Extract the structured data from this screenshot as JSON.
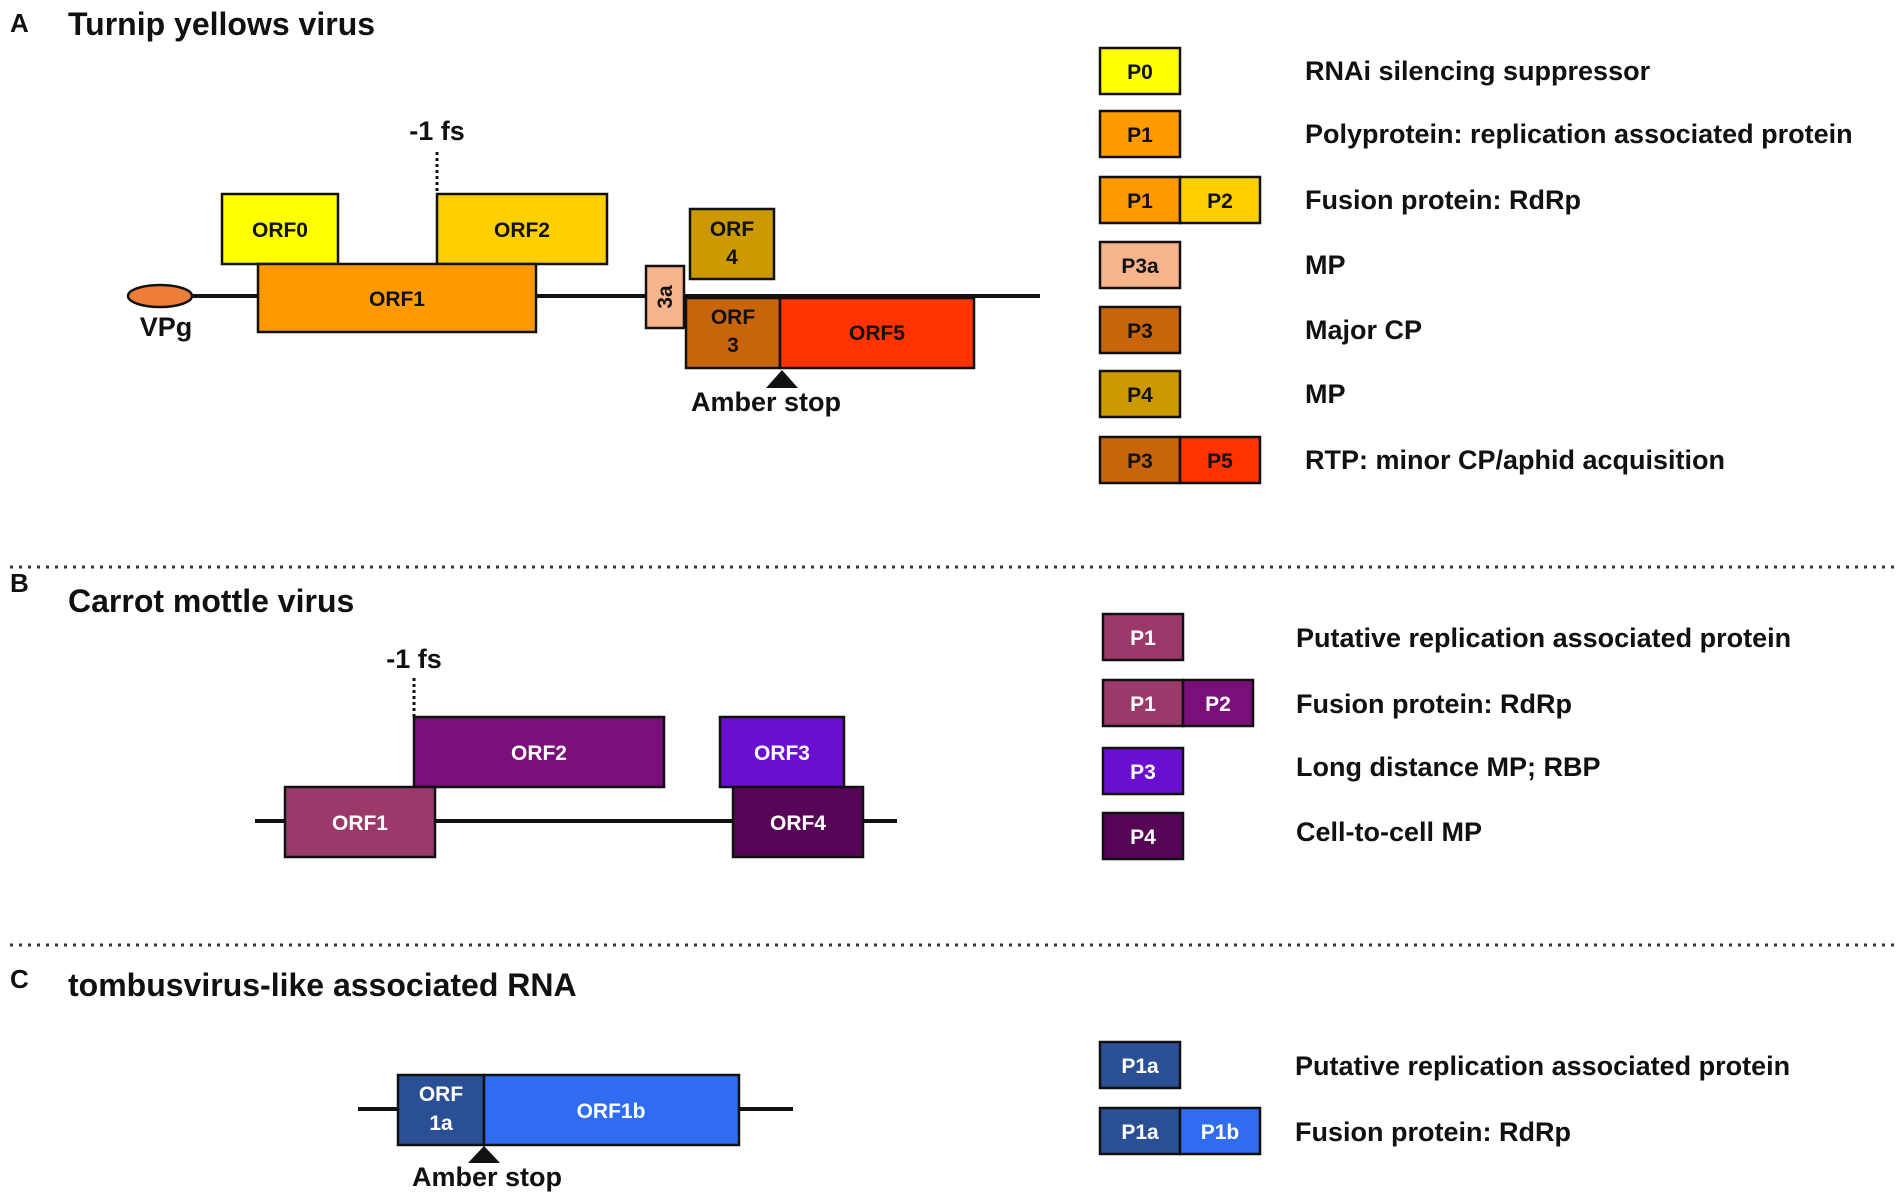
{
  "panels": [
    {
      "id": "A",
      "letter": "A",
      "title": "Turnip yellows virus",
      "frameshift_label": "-1 fs",
      "vpg_label": "VPg",
      "amber_label": "Amber stop",
      "orfs": {
        "orf0": {
          "label": "ORF0",
          "color": "#ffff00"
        },
        "orf1": {
          "label": "ORF1",
          "color": "#ff9a00"
        },
        "orf2": {
          "label": "ORF2",
          "color": "#ffd000"
        },
        "orf3a": {
          "label": "3a",
          "color": "#f6b48c"
        },
        "orf4": {
          "label": [
            "ORF",
            "4"
          ],
          "color": "#cc9900"
        },
        "orf3": {
          "label": [
            "ORF",
            "3"
          ],
          "color": "#c8650b"
        },
        "orf5": {
          "label": "ORF5",
          "color": "#ff3300"
        }
      },
      "legend": [
        {
          "boxes": [
            {
              "label": "P0",
              "color": "#ffff00"
            }
          ],
          "text": "RNAi silencing suppressor"
        },
        {
          "boxes": [
            {
              "label": "P1",
              "color": "#ff9a00"
            }
          ],
          "text": "Polyprotein: replication associated protein"
        },
        {
          "boxes": [
            {
              "label": "P1",
              "color": "#ff9a00"
            },
            {
              "label": "P2",
              "color": "#ffd000"
            }
          ],
          "text": "Fusion protein: RdRp"
        },
        {
          "boxes": [
            {
              "label": "P3a",
              "color": "#f6b48c"
            }
          ],
          "text": "MP"
        },
        {
          "boxes": [
            {
              "label": "P3",
              "color": "#c8650b"
            }
          ],
          "text": "Major CP"
        },
        {
          "boxes": [
            {
              "label": "P4",
              "color": "#cc9900"
            }
          ],
          "text": "MP"
        },
        {
          "boxes": [
            {
              "label": "P3",
              "color": "#c8650b"
            },
            {
              "label": "P5",
              "color": "#ff3300"
            }
          ],
          "text": "RTP: minor CP/aphid acquisition"
        }
      ]
    },
    {
      "id": "B",
      "letter": "B",
      "title": "Carrot mottle virus",
      "frameshift_label": "-1 fs",
      "orfs": {
        "orf1": {
          "label": "ORF1",
          "color": "#9b3a6a"
        },
        "orf2": {
          "label": "ORF2",
          "color": "#7a0f7a"
        },
        "orf3": {
          "label": "ORF3",
          "color": "#6a0ed0"
        },
        "orf4": {
          "label": "ORF4",
          "color": "#560556"
        }
      },
      "legend": [
        {
          "boxes": [
            {
              "label": "P1",
              "color": "#9b3a6a"
            }
          ],
          "text": "Putative replication associated protein"
        },
        {
          "boxes": [
            {
              "label": "P1",
              "color": "#9b3a6a"
            },
            {
              "label": "P2",
              "color": "#7a0f7a"
            }
          ],
          "text": "Fusion protein: RdRp"
        },
        {
          "boxes": [
            {
              "label": "P3",
              "color": "#6a0ed0"
            }
          ],
          "text": "Long distance MP; RBP"
        },
        {
          "boxes": [
            {
              "label": "P4",
              "color": "#560556"
            }
          ],
          "text": "Cell-to-cell MP"
        }
      ]
    },
    {
      "id": "C",
      "letter": "C",
      "title": "tombusvirus-like associated RNA",
      "amber_label": "Amber stop",
      "orfs": {
        "orf1a": {
          "label": [
            "ORF",
            "1a"
          ],
          "color": "#2a4f95"
        },
        "orf1b": {
          "label": "ORF1b",
          "color": "#2f6cf0"
        }
      },
      "legend": [
        {
          "boxes": [
            {
              "label": "P1a",
              "color": "#2a4f95"
            }
          ],
          "text": "Putative replication associated protein"
        },
        {
          "boxes": [
            {
              "label": "P1a",
              "color": "#2a4f95"
            },
            {
              "label": "P1b",
              "color": "#2f6cf0"
            }
          ],
          "text": "Fusion protein: RdRp"
        }
      ]
    }
  ]
}
